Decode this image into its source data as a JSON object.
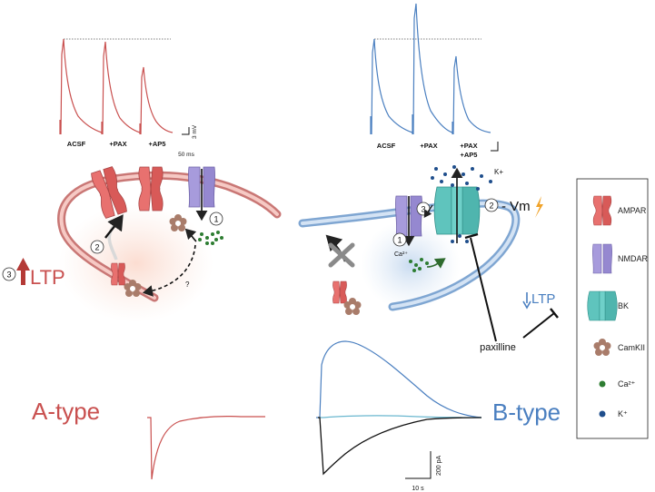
{
  "top_left": {
    "conditions": [
      "ACSF",
      "+PAX",
      "+AP5"
    ],
    "scale_v": "3 mV",
    "scale_t": "50 ms",
    "color": "#c9504f"
  },
  "top_right": {
    "conditions": [
      "ACSF",
      "+PAX",
      "+PAX",
      "+AP5"
    ],
    "color": "#4a7fc0"
  },
  "a_type": {
    "title": "A-type",
    "ltp_number": "3",
    "ltp_label": "LTP",
    "step1": "1",
    "step2": "2",
    "question": "?",
    "color": "#c9504f"
  },
  "b_type": {
    "title": "B-type",
    "ltp_label": "LTP",
    "step1": "1",
    "step2": "2",
    "step3": "3",
    "vm_label": "- Vm",
    "ca_label": "Ca²⁺",
    "k_label": "K+",
    "drug_label": "paxilline",
    "scale_i": "200 pA",
    "scale_t": "10 s",
    "color": "#4a7fc0"
  },
  "legend": {
    "items": [
      {
        "name": "AMPAR",
        "icon": "ampar-icon"
      },
      {
        "name": "NMDAR",
        "icon": "nmdar-icon"
      },
      {
        "name": "BK",
        "icon": "bk-icon"
      },
      {
        "name": "CamKII",
        "icon": "camkii-icon"
      },
      {
        "name": "Ca²⁺",
        "icon": "calcium-dot-icon"
      },
      {
        "name": "K⁺",
        "icon": "potassium-dot-icon"
      }
    ]
  },
  "colors": {
    "ampar": "#e8716f",
    "nmdar": "#a79bdc",
    "bk": "#5fc4bd",
    "camkii": "#a97c6a",
    "calcium": "#2e7d32",
    "potassium": "#1f4e8c"
  }
}
